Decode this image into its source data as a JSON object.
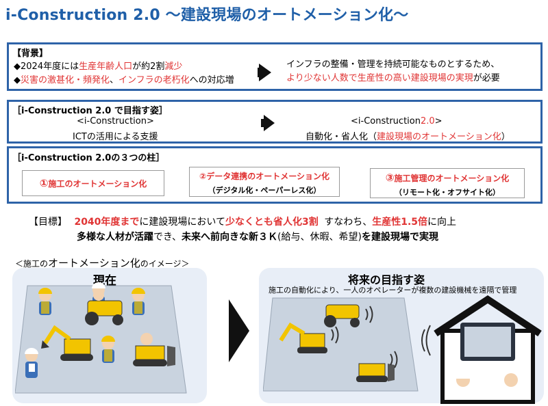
{
  "title": "i-Construction 2.0 〜建設現場のオートメーション化〜",
  "background": {
    "header": "【背景】",
    "bullet1": {
      "mark": "◆",
      "p1": "2024年度には",
      "p2": "生産年齢人口",
      "p3": "が約2割",
      "p4": "減少"
    },
    "bullet2": {
      "mark": "◆",
      "p1": "災害の激甚化・頻発化",
      "p2": "、",
      "p3": "インフラの老朽化",
      "p4": "への対応増"
    },
    "result1": "インフラの整備・管理を持続可能なものとするため、",
    "result2": {
      "p1": "より少ない人数で生産性の高い建設現場の実現",
      "p2": "が必要"
    }
  },
  "goal_box": {
    "header": "［i-Construction 2.0 で目指す姿］",
    "left1": "<i-Construction>",
    "left2": "ICTの活用による支援",
    "right1a": "<i-Construction",
    "right1b": "2.0",
    "right1c": ">",
    "right2a": "自動化・省人化（",
    "right2b": "建設現場のオートメーション化",
    "right2c": "）"
  },
  "pillars": {
    "header": "［i-Construction 2.0の３つの柱］",
    "items": [
      {
        "num": "①",
        "title": "施工のオートメーション化",
        "sub": ""
      },
      {
        "num": "②",
        "title": "データ連携のオートメーション化",
        "sub": "（デジタル化・ペーパーレス化）"
      },
      {
        "num": "③",
        "title": "施工管理のオートメーション化",
        "sub": "（リモート化・オフサイト化）"
      }
    ]
  },
  "target": {
    "label": "【目標】",
    "p1": "2040年度まで",
    "p2": "に建設現場において",
    "p3": "少なくとも省人化3割",
    "p4": "すなわち、",
    "p5": "生産性1.5倍",
    "p6": "に向上",
    "line2a": "多様な人材が活躍",
    "line2b": "でき、",
    "line2c": "未来へ前向きな新３Ｋ",
    "line2d": "(給与、休暇、希望)",
    "line2e": "を建設現場で実現"
  },
  "image_section": {
    "caption_a": "＜施工の",
    "caption_b": "オートメーション化",
    "caption_c": "のイメージ＞",
    "now_label": "現在",
    "future_label": "将来の目指す姿",
    "future_caption": "施工の自動化により、一人のオペレーターが複数の建設機械を遠隔で管理"
  },
  "colors": {
    "accent": "#1f5fa8",
    "border": "#2e63a8",
    "red": "#e03434",
    "panel": "#e8eef7",
    "site": "#c9d3df"
  }
}
